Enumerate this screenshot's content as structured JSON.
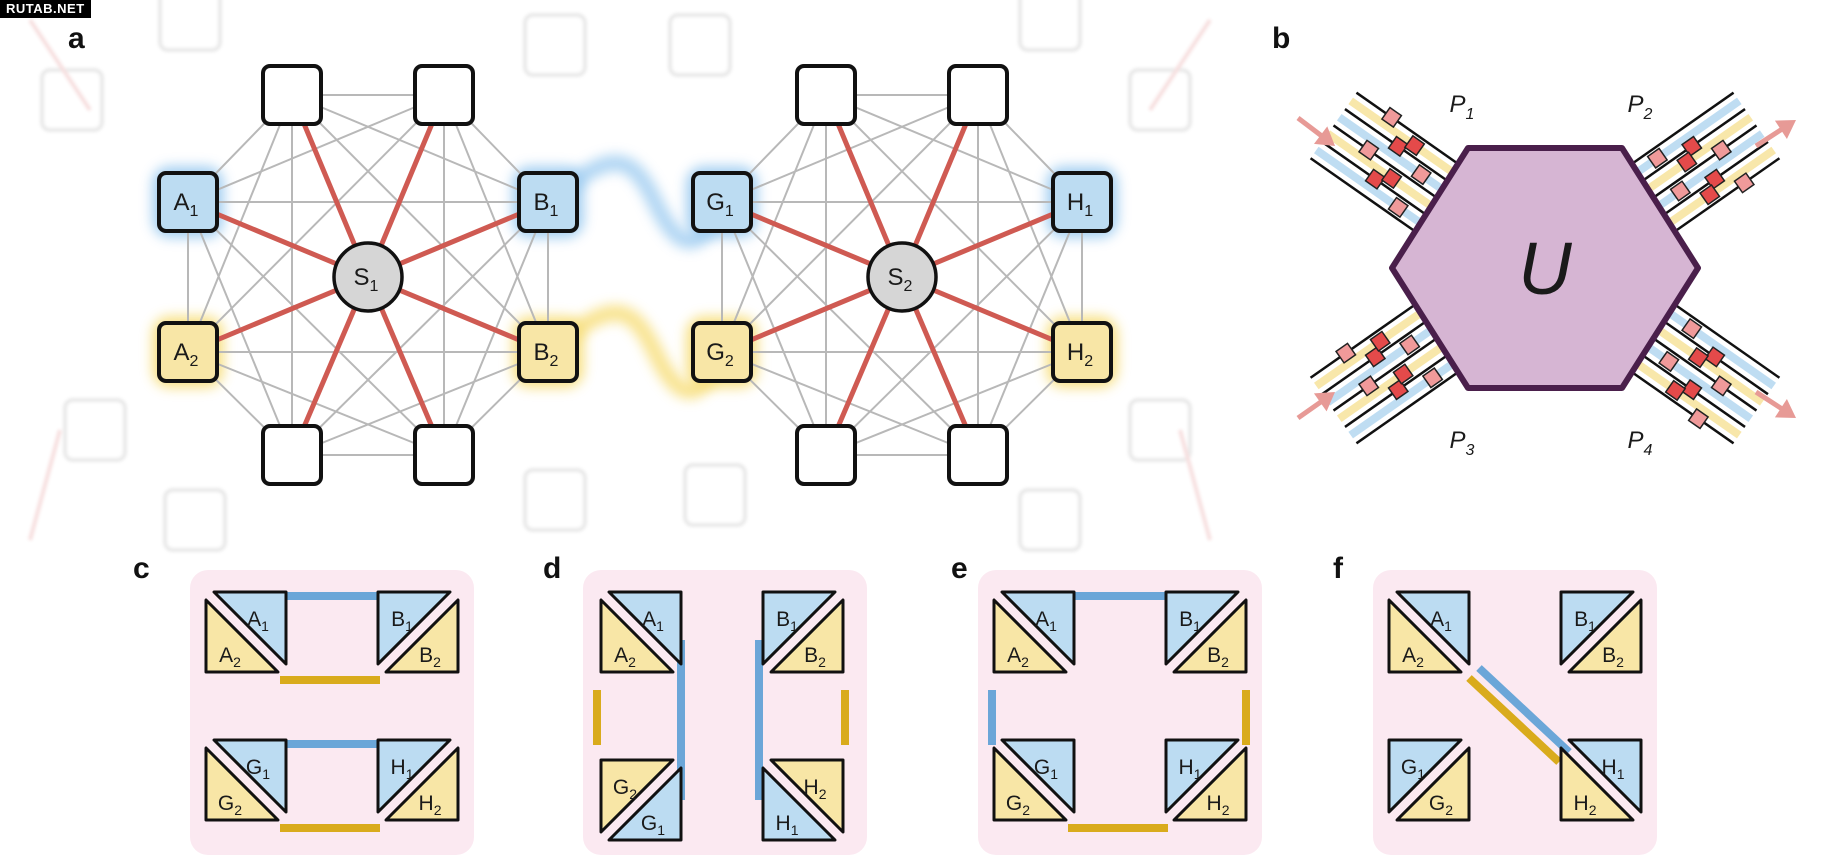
{
  "watermark": "RUTAB.NET",
  "panels": {
    "a": "a",
    "b": "b",
    "c": "c",
    "d": "d",
    "e": "e",
    "f": "f"
  },
  "panel_a": {
    "nodes": [
      {
        "base": "A",
        "sub": "1",
        "color": "blue"
      },
      {
        "base": "A",
        "sub": "2",
        "color": "yellow"
      },
      {
        "base": "B",
        "sub": "1",
        "color": "blue"
      },
      {
        "base": "B",
        "sub": "2",
        "color": "yellow"
      },
      {
        "base": "G",
        "sub": "1",
        "color": "blue"
      },
      {
        "base": "G",
        "sub": "2",
        "color": "yellow"
      },
      {
        "base": "H",
        "sub": "1",
        "color": "blue"
      },
      {
        "base": "H",
        "sub": "2",
        "color": "yellow"
      }
    ],
    "sources": [
      {
        "base": "S",
        "sub": "1"
      },
      {
        "base": "S",
        "sub": "2"
      }
    ]
  },
  "panel_b": {
    "unitary": "U",
    "ports": [
      {
        "base": "P",
        "sub": "1"
      },
      {
        "base": "P",
        "sub": "2"
      },
      {
        "base": "P",
        "sub": "3"
      },
      {
        "base": "P",
        "sub": "4"
      }
    ]
  },
  "triangle_labels": {
    "A1": {
      "base": "A",
      "sub": "1"
    },
    "A2": {
      "base": "A",
      "sub": "2"
    },
    "B1": {
      "base": "B",
      "sub": "1"
    },
    "B2": {
      "base": "B",
      "sub": "2"
    },
    "G1": {
      "base": "G",
      "sub": "1"
    },
    "G2": {
      "base": "G",
      "sub": "2"
    },
    "H1": {
      "base": "H",
      "sub": "1"
    },
    "H2": {
      "base": "H",
      "sub": "2"
    }
  },
  "colors": {
    "blue_fill": "#bcdcf2",
    "yellow_fill": "#f8e6a6",
    "blue_glow": "#9ccbf0",
    "yellow_glow": "#f7de7a",
    "red_edge": "#cf5a52",
    "gray_edge": "#b8b8b8",
    "source_fill": "#d6d6d6",
    "hexagon_fill": "#d6b5d3",
    "hexagon_stroke": "#4a1f4b",
    "panel_bg": "#fbe9f1",
    "blue_link": "#6ba6d8",
    "yellow_link": "#d9ab1c",
    "arrow": "#e79a96"
  }
}
